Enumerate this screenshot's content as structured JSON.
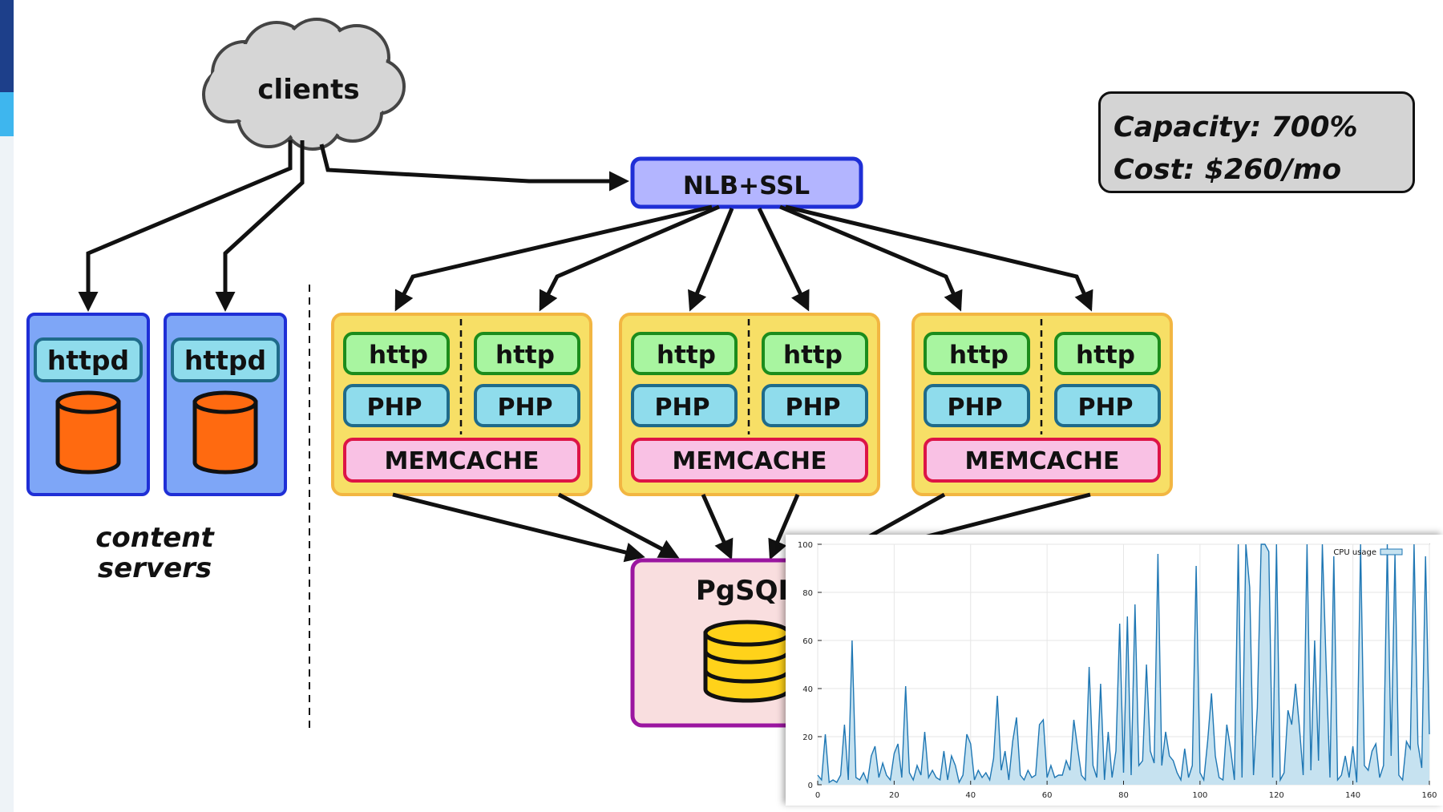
{
  "colors": {
    "sidebar_dark": "#1d3f8a",
    "sidebar_light": "#3eb6ee",
    "cloud_fill": "#d6d6d6",
    "server_blue": "#7ea6f7",
    "server_border": "#1f2fd6",
    "cylinder_orange": "#ff6a10",
    "nlb_fill": "#b3b5ff",
    "group_yellow": "#f7df66",
    "group_border": "#f2b642",
    "http_green": "#a8f5a0",
    "php_cyan": "#8fdcec",
    "memcache_pink": "#f9c1e4",
    "memcache_border": "#dd1446",
    "pgsql_fill": "#f9dedf",
    "pgsql_border": "#9b16a0",
    "db_yellow": "#ffd21a",
    "chart_line": "#1f77b4",
    "chart_fill": "#c6e2f0"
  },
  "diagram": {
    "clients_label": "clients",
    "nlb_label": "NLB+SSL",
    "content_servers": {
      "server_label": "httpd",
      "caption_line1": "content",
      "caption_line2": "servers"
    },
    "app_group": {
      "http_label": "http",
      "php_label": "PHP",
      "memcache_label": "MEMCACHE"
    },
    "database_label": "PgSQL",
    "stats": {
      "capacity": "Capacity: 700%",
      "cost": "Cost: $260/mo"
    }
  },
  "chart_data": {
    "type": "area",
    "series": [
      {
        "name": "CPU usage"
      }
    ],
    "xlim": [
      0,
      160
    ],
    "ylim": [
      0,
      100
    ],
    "x_ticks": [
      "0",
      "20",
      "40",
      "60",
      "80",
      "100",
      "120",
      "140",
      "160"
    ],
    "y_ticks": [
      "0",
      "20",
      "40",
      "60",
      "80",
      "100"
    ],
    "grid": true,
    "legend_position": "top-right",
    "x": [
      0,
      1,
      2,
      3,
      4,
      5,
      6,
      7,
      8,
      9,
      10,
      11,
      12,
      13,
      14,
      15,
      16,
      17,
      18,
      19,
      20,
      21,
      22,
      23,
      24,
      25,
      26,
      27,
      28,
      29,
      30,
      31,
      32,
      33,
      34,
      35,
      36,
      37,
      38,
      39,
      40,
      41,
      42,
      43,
      44,
      45,
      46,
      47,
      48,
      49,
      50,
      51,
      52,
      53,
      54,
      55,
      56,
      57,
      58,
      59,
      60,
      61,
      62,
      63,
      64,
      65,
      66,
      67,
      68,
      69,
      70,
      71,
      72,
      73,
      74,
      75,
      76,
      77,
      78,
      79,
      80,
      81,
      82,
      83,
      84,
      85,
      86,
      87,
      88,
      89,
      90,
      91,
      92,
      93,
      94,
      95,
      96,
      97,
      98,
      99,
      100,
      101,
      102,
      103,
      104,
      105,
      106,
      107,
      108,
      109,
      110,
      111,
      112,
      113,
      114,
      115,
      116,
      117,
      118,
      119,
      120,
      121,
      122,
      123,
      124,
      125,
      126,
      127,
      128,
      129,
      130,
      131,
      132,
      133,
      134,
      135,
      136,
      137,
      138,
      139,
      140,
      141,
      142,
      143,
      144,
      145,
      146,
      147,
      148,
      149,
      150,
      151,
      152,
      153,
      154,
      155,
      156,
      157,
      158,
      159,
      160
    ],
    "values": [
      4,
      2,
      21,
      1,
      2,
      1,
      4,
      25,
      2,
      60,
      3,
      2,
      5,
      1,
      12,
      16,
      3,
      9,
      4,
      2,
      13,
      17,
      3,
      41,
      5,
      2,
      8,
      4,
      22,
      3,
      6,
      3,
      2,
      14,
      2,
      12,
      8,
      1,
      4,
      21,
      17,
      2,
      6,
      3,
      5,
      2,
      11,
      37,
      6,
      14,
      2,
      18,
      28,
      4,
      2,
      6,
      3,
      4,
      25,
      27,
      3,
      8,
      3,
      4,
      4,
      10,
      6,
      27,
      15,
      4,
      2,
      49,
      8,
      3,
      42,
      2,
      22,
      3,
      14,
      67,
      5,
      70,
      4,
      75,
      8,
      10,
      50,
      14,
      9,
      96,
      8,
      22,
      12,
      10,
      5,
      2,
      15,
      3,
      8,
      91,
      5,
      2,
      18,
      38,
      12,
      3,
      2,
      25,
      15,
      2,
      100,
      3,
      100,
      82,
      4,
      32,
      100,
      100,
      97,
      3,
      100,
      2,
      5,
      31,
      25,
      42,
      24,
      4,
      100,
      6,
      60,
      10,
      100,
      50,
      3,
      95,
      2,
      4,
      12,
      3,
      16,
      1,
      100,
      8,
      6,
      14,
      17,
      3,
      8,
      100,
      12,
      96,
      4,
      2,
      18,
      15,
      100,
      17,
      7,
      95,
      21
    ]
  }
}
